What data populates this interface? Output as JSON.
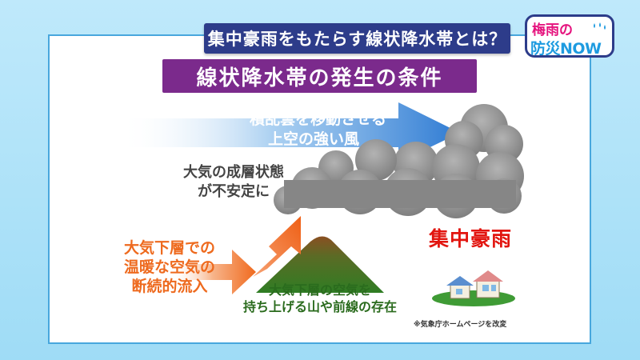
{
  "title": "集中豪雨をもたらす線状降水帯とは？",
  "logo": {
    "line1": "梅雨の",
    "line2": "防災NOW",
    "icon": "rain-drops-icon"
  },
  "subtitle": "線状降水帯の発生の条件",
  "labels": {
    "wind": [
      "積乱雲を移動させる",
      "上空の強い風"
    ],
    "unstable": [
      "大気の成層状態",
      "が不安定に"
    ],
    "warm_air": [
      "大気下層での",
      "温暖な空気の",
      "断続的流入"
    ],
    "mountain": [
      "大気下層の空気を",
      "持ち上げる山や前線の存在"
    ],
    "heavy_rain": "集中豪雨"
  },
  "source": "※気象庁ホームページを改変",
  "colors": {
    "background": "#a9e1f8",
    "title_banner": "#2d3c8a",
    "subtitle_banner": "#7b2a8c",
    "wind_arrow": "#3e88d6",
    "warm_arrow": "#f07a2a",
    "cloud": "#8c8c8c",
    "mountain": "#3d7a2a",
    "heavy_rain": "#e2150f",
    "logo_pink": "#e5127d",
    "logo_blue": "#1e9be0"
  }
}
